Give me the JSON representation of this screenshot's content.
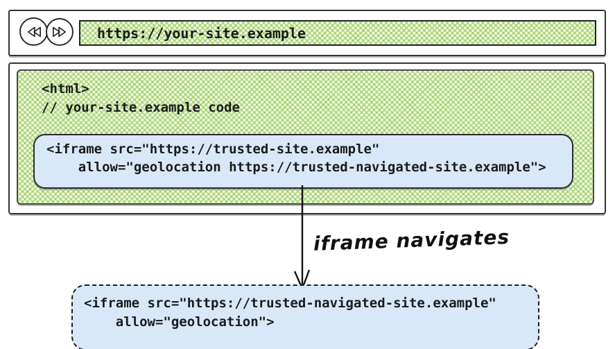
{
  "colors": {
    "hatch_green": "#8bc54a",
    "panel_blue": "#d9e8f8",
    "ink": "#1b1b1b"
  },
  "browser": {
    "back_icon": "rewind-icon",
    "forward_icon": "fast-forward-icon",
    "address_url": "https://your-site.example"
  },
  "page": {
    "code_line1": "<html>",
    "code_line2": "// your-site.example code"
  },
  "iframe_before": {
    "line1": "<iframe src=\"https://trusted-site.example\"",
    "line2": "    allow=\"geolocation https://trusted-navigated-site.example\">"
  },
  "arrow": {
    "label": "iframe navigates"
  },
  "iframe_after": {
    "line1": "<iframe src=\"https://trusted-navigated-site.example\"",
    "line2": "    allow=\"geolocation\">"
  }
}
